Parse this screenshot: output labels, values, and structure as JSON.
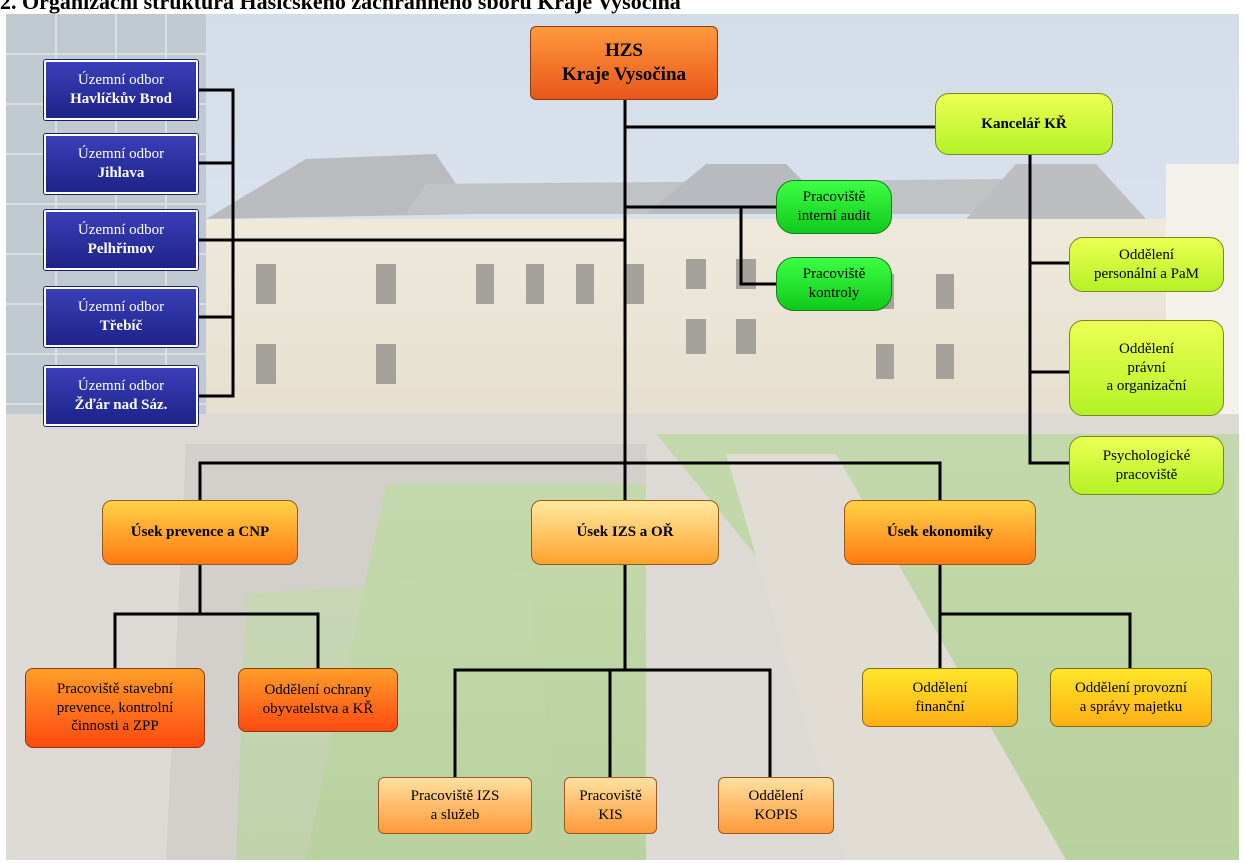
{
  "top_text": "2. Organizační struktura Hasičského záchranného sboru Kraje Vysočina",
  "colors": {
    "line": "#000000",
    "territorial_box": "#262b9c",
    "head_box": "#f57a2a",
    "green_box": "#22e02a",
    "lime_box": "#d4f83a",
    "section_box": "#ffa82a"
  },
  "nodes": {
    "hzs": {
      "line1": "HZS",
      "line2": "Kraje Vysočina"
    },
    "territorial": [
      {
        "line1": "Územní odbor",
        "line2": "Havlíčkův Brod"
      },
      {
        "line1": "Územní odbor",
        "line2": "Jihlava"
      },
      {
        "line1": "Územní odbor",
        "line2": "Pelhřimov"
      },
      {
        "line1": "Územní odbor",
        "line2": "Třebíč"
      },
      {
        "line1": "Územní odbor",
        "line2": "Žďár nad Sáz."
      }
    ],
    "audit": {
      "line1": "Pracoviště",
      "line2": "interní audit"
    },
    "kontroly": {
      "line1": "Pracoviště",
      "line2": "kontroly"
    },
    "kancelar": {
      "label": "Kancelář KŘ"
    },
    "right": [
      {
        "lines": [
          "Oddělení",
          "personální a PaM"
        ]
      },
      {
        "lines": [
          "Oddělení",
          "právní",
          "a organizační"
        ]
      },
      {
        "lines": [
          "Psychologické",
          "pracoviště"
        ]
      }
    ],
    "sections": {
      "prevence": "Úsek prevence a CNP",
      "izs": "Úsek IZS a OŘ",
      "ekonomiky": "Úsek ekonomiky"
    },
    "prevence_children": [
      {
        "lines": [
          "Pracoviště stavební",
          "prevence, kontrolní",
          "činnosti a ZPP"
        ]
      },
      {
        "lines": [
          "Oddělení  ochrany",
          "obyvatelstva a KŘ"
        ]
      }
    ],
    "izs_children": [
      {
        "lines": [
          "Pracoviště IZS",
          "a služeb"
        ]
      },
      {
        "lines": [
          "Pracoviště",
          "KIS"
        ]
      },
      {
        "lines": [
          "Oddělení",
          "KOPIS"
        ]
      }
    ],
    "ekonomiky_children": [
      {
        "lines": [
          "Oddělení",
          "finanční"
        ]
      },
      {
        "lines": [
          "Oddělení provozní",
          "a správy majetku"
        ]
      }
    ]
  }
}
